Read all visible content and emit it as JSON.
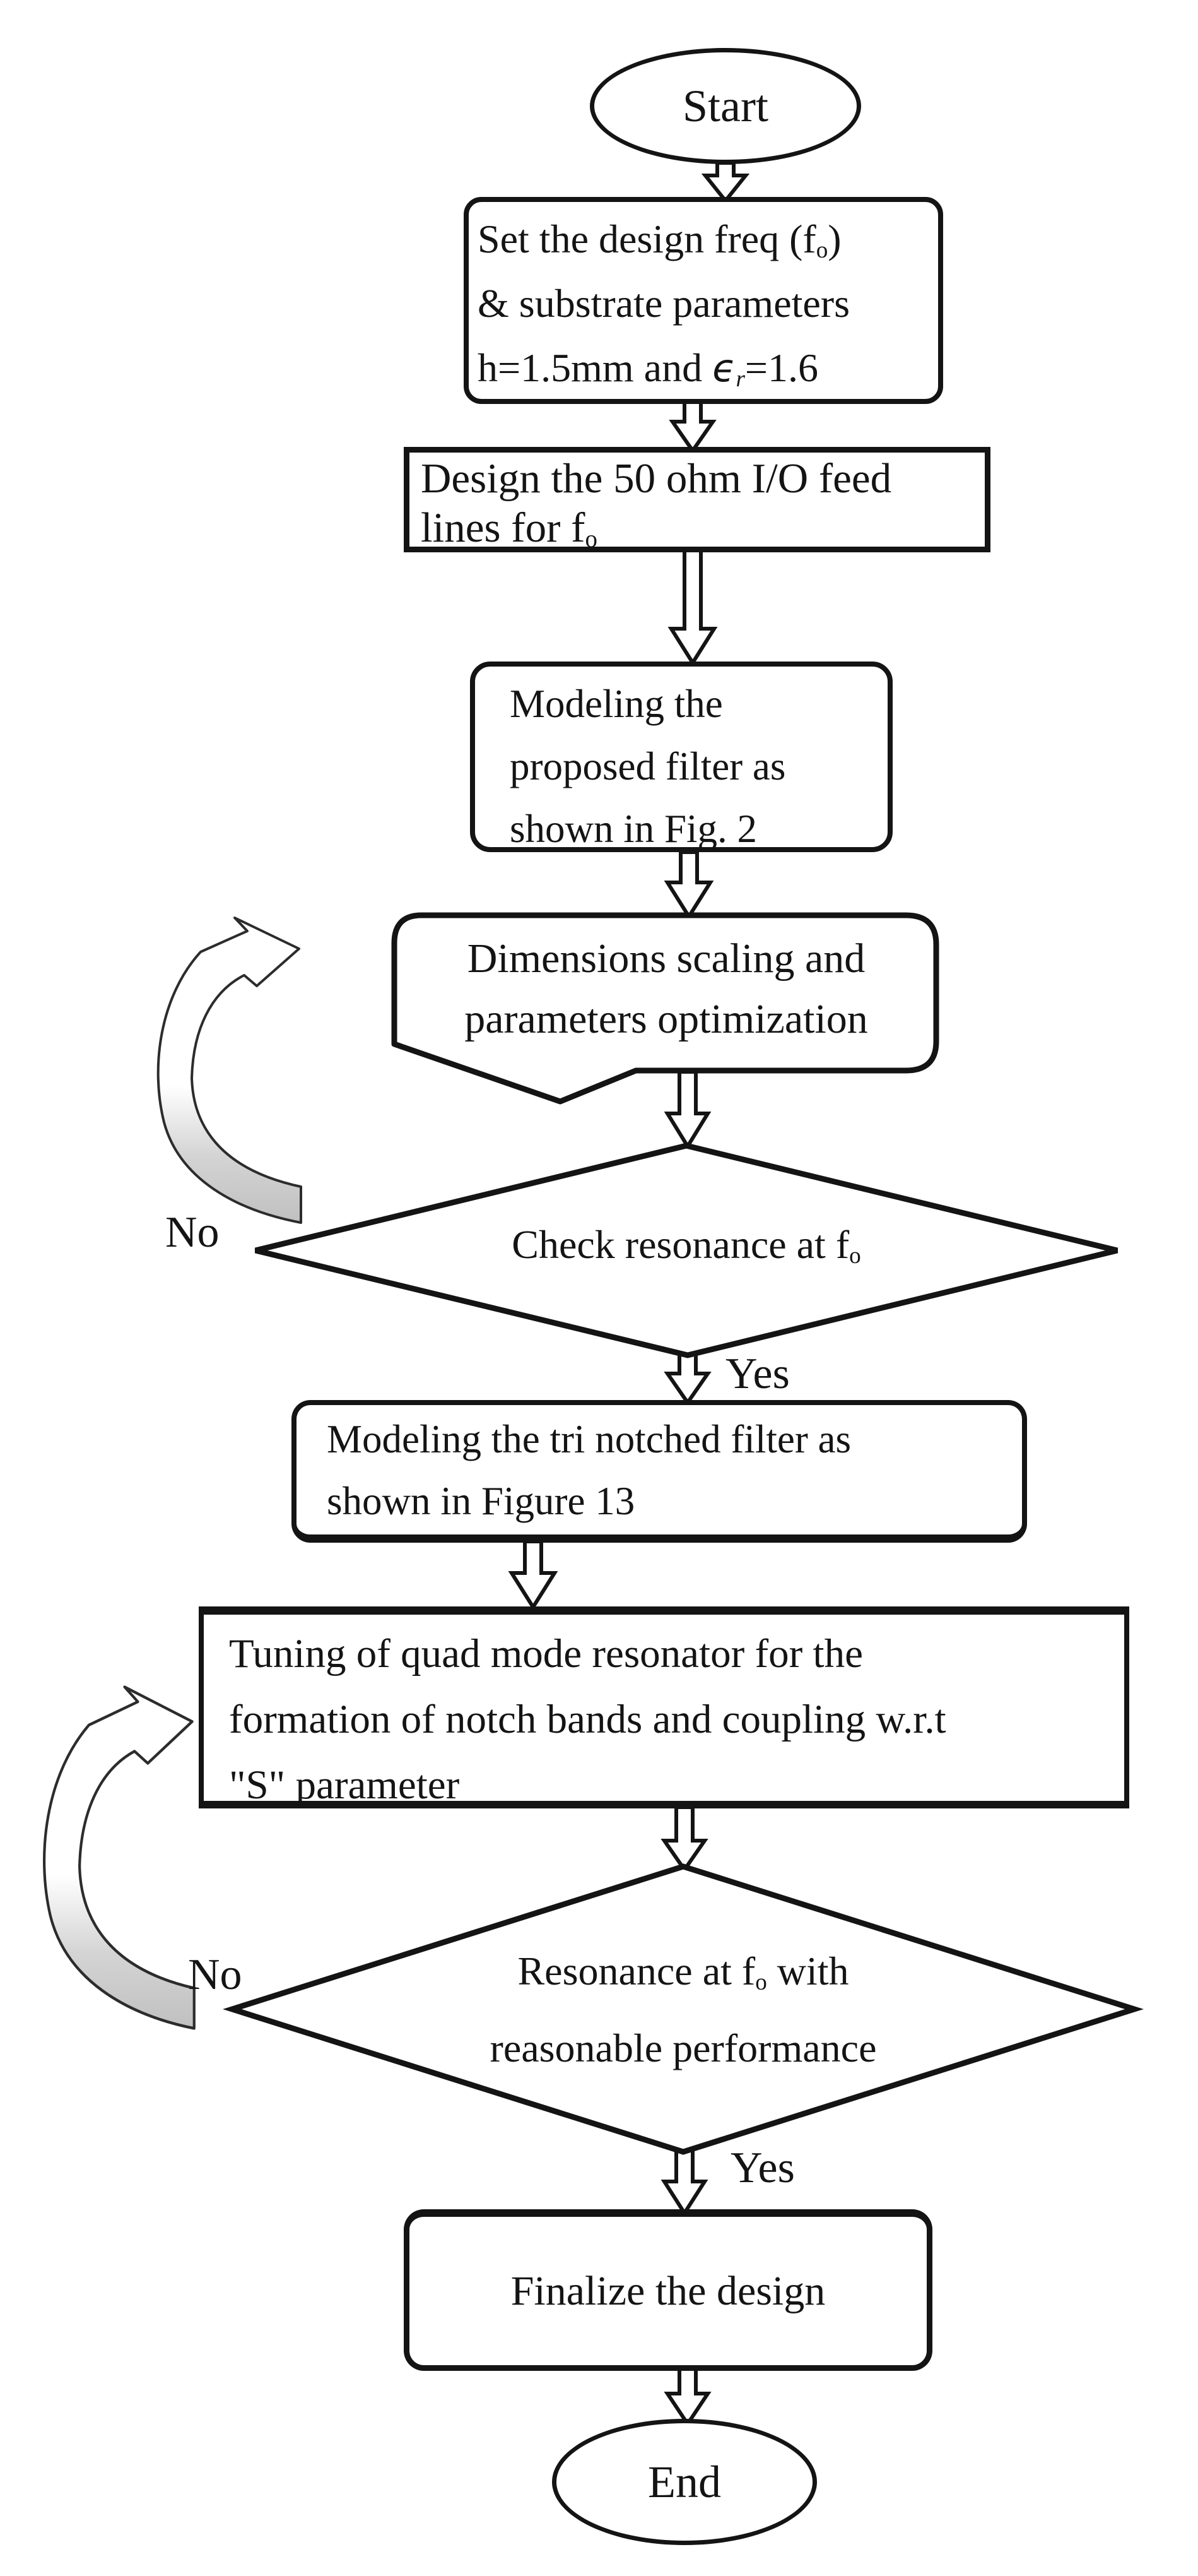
{
  "title": "Filter design flowchart",
  "colors": {
    "ink": "#141414",
    "paper": "#ffffff",
    "loop_arrow_tail": "#c4c4c4"
  },
  "nodes": {
    "start": {
      "label": "Start"
    },
    "set_params": {
      "lines": [
        [
          {
            "t": "Set the design freq (f"
          },
          {
            "t": "o",
            "sub": true
          },
          {
            "t": ")"
          }
        ],
        [
          {
            "t": "& substrate parameters"
          }
        ],
        [
          {
            "t": "h=1.5mm and "
          },
          {
            "t": "ϵ",
            "cls": "eps"
          },
          {
            "t": "r",
            "sub": true,
            "cls": "it"
          },
          {
            "t": "=1.6"
          }
        ]
      ]
    },
    "design_feed": {
      "lines": [
        [
          {
            "t": "Design the 50 ohm I/O feed"
          }
        ],
        [
          {
            "t": "lines for f"
          },
          {
            "t": "o",
            "sub": true
          }
        ]
      ]
    },
    "model_proposed": {
      "lines": [
        [
          {
            "t": "Modeling the"
          }
        ],
        [
          {
            "t": "proposed filter as"
          }
        ],
        [
          {
            "t": "shown in Fig. 2"
          }
        ]
      ]
    },
    "optimize": {
      "lines": [
        [
          {
            "t": "Dimensions scaling and"
          }
        ],
        [
          {
            "t": "parameters optimization"
          }
        ]
      ]
    },
    "check_resonance": {
      "lines": [
        [
          {
            "t": "Check resonance at f"
          },
          {
            "t": "o",
            "sub": true
          }
        ]
      ]
    },
    "model_tri_notched": {
      "lines": [
        [
          {
            "t": "Modeling the tri notched filter as"
          }
        ],
        [
          {
            "t": "shown in Figure 13"
          }
        ]
      ]
    },
    "tuning": {
      "lines": [
        [
          {
            "t": "Tuning of quad mode resonator for the"
          }
        ],
        [
          {
            "t": "formation of notch bands and coupling w.r.t"
          }
        ],
        [
          {
            "t": "\"S\" parameter"
          }
        ]
      ]
    },
    "resonance_check": {
      "lines": [
        [
          {
            "t": "Resonance at f"
          },
          {
            "t": "o",
            "sub": true
          },
          {
            "t": " with"
          }
        ],
        [
          {
            "t": "reasonable performance"
          }
        ]
      ]
    },
    "finalize": {
      "lines": [
        [
          {
            "t": "Finalize the design"
          }
        ]
      ]
    },
    "end": {
      "label": "End"
    }
  },
  "edge_labels": {
    "no1": "No",
    "yes1": "Yes",
    "no2": "No",
    "yes2": "Yes"
  }
}
